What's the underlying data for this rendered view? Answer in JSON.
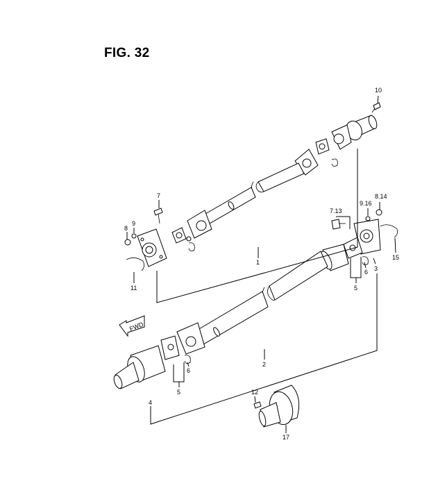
{
  "figure": {
    "title": "FIG. 32"
  },
  "callouts": {
    "p1": "1",
    "p2": "2",
    "p3": "3",
    "p4": "4",
    "p5a": "5",
    "p5b": "5",
    "p6a": "6",
    "p6b": "6",
    "p7": "7",
    "p713": "7.13",
    "p8": "8",
    "p814": "8.14",
    "p9": "9",
    "p916": "9.16",
    "p10": "10",
    "p11": "11",
    "p12": "12",
    "p15": "15",
    "p17": "17"
  },
  "fwd_arrow": {
    "label": "FWD"
  },
  "colors": {
    "ink": "#000000",
    "background": "#ffffff"
  }
}
